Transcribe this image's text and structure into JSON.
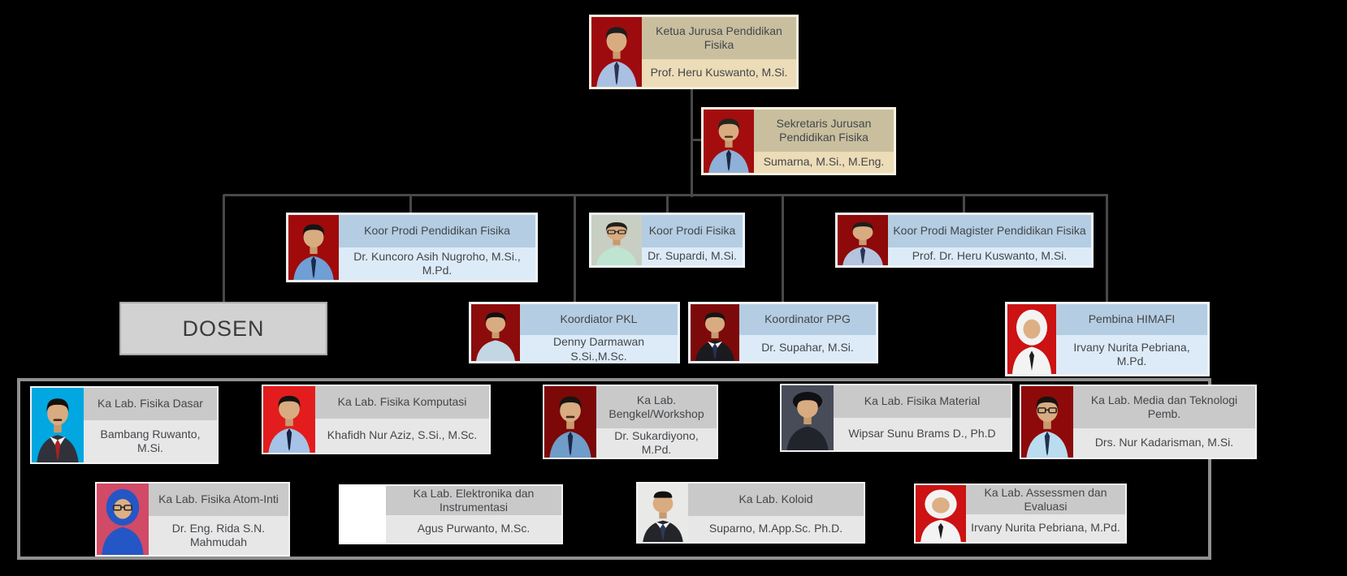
{
  "org_chart": {
    "description_labels": {
      "group_box": "labs-group"
    },
    "colors": {
      "background": "#000000",
      "connector": "#484848",
      "labs_border": "#8f8f8f",
      "text": "#43464a",
      "tan_title_bg": "#c9bf9f",
      "tan_name_bg": "#ecdcb7",
      "tan_border": "#f6f1e1",
      "blue_title_bg": "#b4cde2",
      "blue_name_bg": "#dcebf7",
      "blue_border": "#eef4fa",
      "lab_title_bg": "#c9c9c9",
      "lab_name_bg": "#e7e7e7",
      "lab_border": "#f3f3f3",
      "plain_bg": "#d2d2d2",
      "plain_border": "#ababab"
    },
    "nodes": [
      {
        "id": "ketua",
        "scheme": "tan",
        "title": "Ketua Jurusa Pendidikan\nFisika",
        "name": "Prof. Heru Kuswanto, M.Si.",
        "photo": {
          "bg": "#9e0b0e",
          "shirt": "#a9c0e2",
          "tie": "#2c3450",
          "hair": "#1d1d1d"
        }
      },
      {
        "id": "sekretaris",
        "scheme": "tan",
        "title": "Sekretaris Jurusan\nPendidikan Fisika",
        "name": "Sumarna, M.Si., M.Eng.",
        "photo": {
          "bg": "#a30d0d",
          "shirt": "#8fb0d8",
          "tie": "#20283e",
          "hair": "#26241f",
          "mustache": true
        }
      },
      {
        "id": "koor-pendfis",
        "scheme": "blue",
        "title": "Koor Prodi Pendidikan Fisika",
        "name": "Dr. Kuncoro Asih Nugroho, M.Si.,\nM.Pd.",
        "photo": {
          "bg": "#a00a0a",
          "shirt": "#6f9fd4",
          "tie": "#1d2a4a",
          "hair": "#141414"
        }
      },
      {
        "id": "koor-fisika",
        "scheme": "blue",
        "title": "Koor Prodi Fisika",
        "name": "Dr. Supardi, M.Si.",
        "photo": {
          "bg": "#c8cfc2",
          "shirt": "#bfe4d2",
          "hair": "#20201e",
          "glasses": true
        }
      },
      {
        "id": "koor-magister",
        "scheme": "blue",
        "title": "Koor Prodi Magister Pendidikan Fisika",
        "name": "Prof. Dr. Heru Kuswanto, M.Si.",
        "photo": {
          "bg": "#8e0909",
          "shirt": "#b3c4de",
          "tie": "#2a3354",
          "hair": "#1d1d1d"
        }
      },
      {
        "id": "dosen",
        "scheme": "plain",
        "title": "DOSEN"
      },
      {
        "id": "koor-pkl",
        "scheme": "blue",
        "title": "Koordiator PKL",
        "name": "Denny Darmawan S.Si.,M.Sc.",
        "photo": {
          "bg": "#8c0c0c",
          "shirt": "#c3d6e4",
          "hair": "#101010"
        }
      },
      {
        "id": "koor-ppg",
        "scheme": "blue",
        "title": "Koordinator PPG",
        "name": "Dr. Supahar, M.Si.",
        "photo": {
          "bg": "#7c0a0a",
          "suit": "#1b1b1f",
          "tie": "#26324e",
          "hair": "#151515"
        }
      },
      {
        "id": "pembina-himafi",
        "scheme": "blue",
        "title": "Pembina HIMAFI",
        "name": "Irvany Nurita Pebriana,\nM.Pd.",
        "photo": {
          "bg": "#cc1212",
          "hijab": "#f3f3f3",
          "tie": "#1c1c1c"
        }
      },
      {
        "id": "lab-fisika-dasar",
        "scheme": "lab",
        "title": "Ka Lab. Fisika Dasar",
        "name": "Bambang Ruwanto,\nM.Si.",
        "photo": {
          "bg": "#00a7e0",
          "suit": "#30313b",
          "tie": "#a82222",
          "hair": "#15100c",
          "mustache": true
        }
      },
      {
        "id": "lab-fisika-komputasi",
        "scheme": "lab",
        "title": "Ka Lab. Fisika Komputasi",
        "name": "Khafidh Nur Aziz, S.Si., M.Sc.",
        "photo": {
          "bg": "#e31d1d",
          "shirt": "#a6c2e6",
          "tie": "#152040",
          "hair": "#141210"
        }
      },
      {
        "id": "lab-bengkel",
        "scheme": "lab",
        "title": "Ka Lab.\nBengkel/Workshop",
        "name": "Dr. Sukardiyono, M.Pd.",
        "photo": {
          "bg": "#7c0808",
          "shirt": "#6f9cc8",
          "tie": "#1c2844",
          "hair": "#181410",
          "mustache": true
        }
      },
      {
        "id": "lab-fisika-material",
        "scheme": "lab",
        "title": "Ka Lab. Fisika Material",
        "name": "Wipsar Sunu Brams D., Ph.D",
        "photo": {
          "bg": "#474c58",
          "shirt": "#22242c",
          "hair": "#0f0f14",
          "bighair": true
        }
      },
      {
        "id": "lab-media",
        "scheme": "lab",
        "title": "Ka Lab. Media dan Teknologi\nPemb.",
        "name": "Drs. Nur Kadarisman, M.Si.",
        "photo": {
          "bg": "#8e0a0a",
          "shirt": "#badcef",
          "tie": "#20304e",
          "hair": "#171310",
          "glasses": true
        }
      },
      {
        "id": "lab-atom-inti",
        "scheme": "lab",
        "title": "Ka Lab. Fisika Atom-Inti",
        "name": "Dr. Eng. Rida S.N.\nMahmudah",
        "photo": {
          "bg": "#d14a66",
          "hijab": "#2457c5",
          "glasses": true
        }
      },
      {
        "id": "lab-elektronika",
        "scheme": "lab",
        "title": "Ka Lab. Elektronika dan Instrumentasi",
        "name": "Agus Purwanto, M.Sc.",
        "photo": {
          "blank": true
        }
      },
      {
        "id": "lab-koloid",
        "scheme": "lab",
        "title": "Ka Lab. Koloid",
        "name": "Suparno, M.App.Sc. Ph.D.",
        "photo": {
          "bg": "#e9e9e7",
          "suit": "#24252b",
          "tie": "#2c3a55",
          "cap": "#101010"
        }
      },
      {
        "id": "lab-assessmen",
        "scheme": "lab",
        "title": "Ka Lab. Assessmen dan Evaluasi",
        "name": "Irvany Nurita Pebriana, M.Pd.",
        "photo": {
          "bg": "#cc1212",
          "hijab": "#f3f3f3",
          "tie": "#1c1c1c"
        }
      }
    ]
  }
}
